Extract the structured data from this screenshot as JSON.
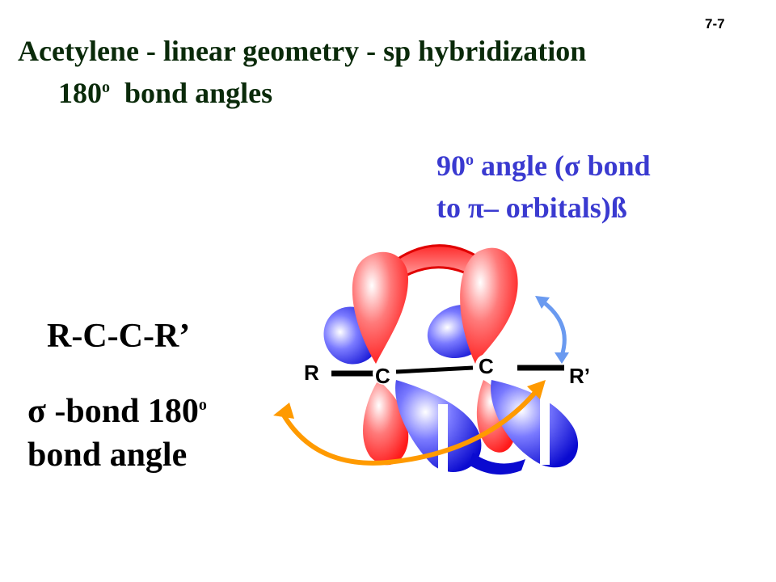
{
  "slide": {
    "page_number": "7-7",
    "title": "Acetylene - linear geometry - sp hybridization",
    "subtitle_value": "180",
    "subtitle_sup": "o",
    "subtitle_text": "bond angles",
    "annotation": {
      "line1_value": "90",
      "line1_sup": "o",
      "line1_text": "angle (σ bond",
      "line2_text": "to π– orbitals)ß"
    },
    "formula": "R-C-C-R’",
    "sigma_note": {
      "line1_prefix": "σ -bond 180",
      "line1_sup": "o",
      "line2": "bond angle"
    }
  },
  "diagram": {
    "labels": {
      "r_left": "R",
      "c_left": "C",
      "c_right": "C",
      "r_right": "R’"
    },
    "colors": {
      "pi_top": "#ff2a2a",
      "pi_blue": "#1e1ee0",
      "bond": "#000000",
      "arrow_orange": "#ff9a00",
      "arrow_blue": "#6a9af0",
      "annotation_text": "#3a3ad0"
    }
  }
}
